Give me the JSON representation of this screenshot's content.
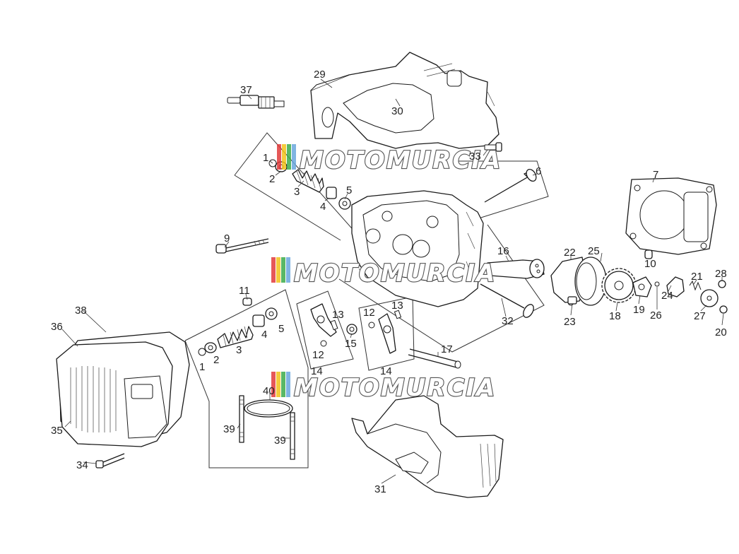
{
  "watermark": {
    "text": "MOTOMURCIA",
    "stripe_colors": [
      "#e23b3b",
      "#f2c21b",
      "#3cab4a",
      "#6aa7dd"
    ]
  },
  "callouts": [
    {
      "id": "c1",
      "label": "1"
    },
    {
      "id": "c2",
      "label": "2"
    },
    {
      "id": "c3",
      "label": "3"
    },
    {
      "id": "c4",
      "label": "4"
    },
    {
      "id": "c5",
      "label": "5"
    },
    {
      "id": "c6",
      "label": "6"
    },
    {
      "id": "c7",
      "label": "7"
    },
    {
      "id": "c9",
      "label": "9"
    },
    {
      "id": "c10",
      "label": "10"
    },
    {
      "id": "c11",
      "label": "11"
    },
    {
      "id": "c1b",
      "label": "1"
    },
    {
      "id": "c2b",
      "label": "2"
    },
    {
      "id": "c3b",
      "label": "3"
    },
    {
      "id": "c4b",
      "label": "4"
    },
    {
      "id": "c5b",
      "label": "5"
    },
    {
      "id": "c12",
      "label": "12"
    },
    {
      "id": "c12b",
      "label": "12"
    },
    {
      "id": "c13",
      "label": "13"
    },
    {
      "id": "c13b",
      "label": "13"
    },
    {
      "id": "c14",
      "label": "14"
    },
    {
      "id": "c14b",
      "label": "14"
    },
    {
      "id": "c15",
      "label": "15"
    },
    {
      "id": "c16",
      "label": "16"
    },
    {
      "id": "c17",
      "label": "17"
    },
    {
      "id": "c18",
      "label": "18"
    },
    {
      "id": "c19",
      "label": "19"
    },
    {
      "id": "c20",
      "label": "20"
    },
    {
      "id": "c21",
      "label": "21"
    },
    {
      "id": "c22",
      "label": "22"
    },
    {
      "id": "c23",
      "label": "23"
    },
    {
      "id": "c24",
      "label": "24"
    },
    {
      "id": "c25",
      "label": "25"
    },
    {
      "id": "c26",
      "label": "26"
    },
    {
      "id": "c27",
      "label": "27"
    },
    {
      "id": "c28",
      "label": "28"
    },
    {
      "id": "c29",
      "label": "29"
    },
    {
      "id": "c30",
      "label": "30"
    },
    {
      "id": "c31",
      "label": "31"
    },
    {
      "id": "c32",
      "label": "32"
    },
    {
      "id": "c33",
      "label": "33"
    },
    {
      "id": "c34",
      "label": "34"
    },
    {
      "id": "c35",
      "label": "35"
    },
    {
      "id": "c36",
      "label": "36"
    },
    {
      "id": "c37",
      "label": "37"
    },
    {
      "id": "c38",
      "label": "38"
    },
    {
      "id": "c39",
      "label": "39"
    },
    {
      "id": "c39b",
      "label": "39"
    },
    {
      "id": "c40",
      "label": "40"
    }
  ]
}
